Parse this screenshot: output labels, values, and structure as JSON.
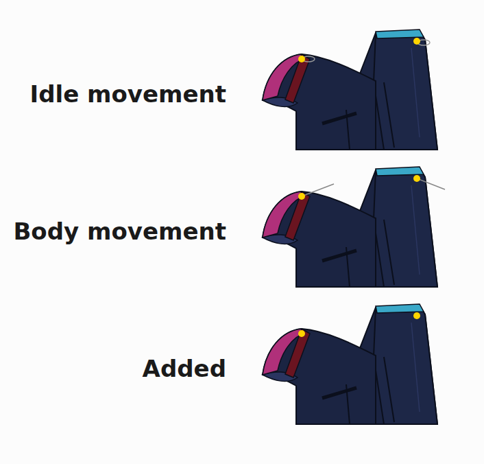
{
  "diagram": {
    "labels": [
      "Idle movement",
      "Body movement",
      "Added"
    ]
  }
}
